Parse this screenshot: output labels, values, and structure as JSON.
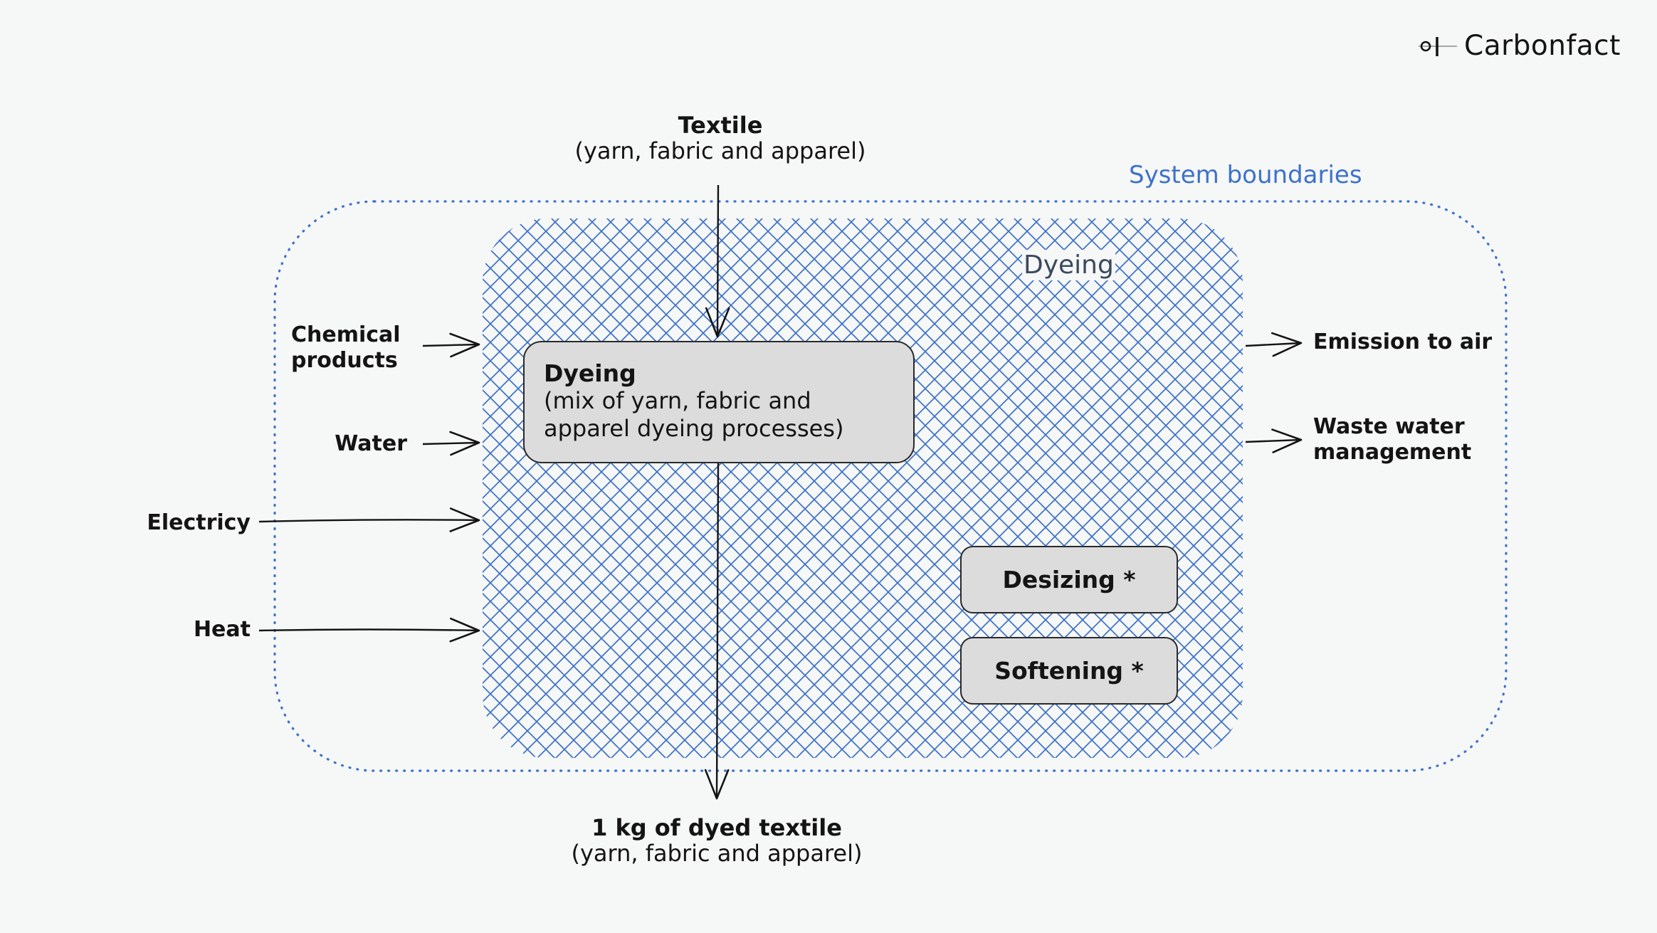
{
  "brand": {
    "logo_text": "Carbonfact",
    "logo_icon": "carbonfact-logo-icon"
  },
  "input_top": {
    "title": "Textile",
    "subtitle": "(yarn, fabric and apparel)"
  },
  "system_boundaries_label": "System boundaries",
  "stage_label": "Dyeing",
  "main_process": {
    "title": "Dyeing",
    "line1": "(mix of yarn, fabric and",
    "line2": "apparel dyeing processes)"
  },
  "sub_processes": {
    "desizing": "Desizing *",
    "softening": "Softening *"
  },
  "inputs": {
    "chemical_line1": "Chemical",
    "chemical_line2": "products",
    "water": "Water",
    "electricity": "Electricy",
    "heat": "Heat"
  },
  "outputs": {
    "emission": "Emission to air",
    "waste_line1": "Waste water",
    "waste_line2": "management"
  },
  "output_bottom": {
    "title": "1 kg of dyed textile",
    "subtitle": "(yarn, fabric and apparel)"
  },
  "colors": {
    "background": "#f6f7f7",
    "boundary": "#3d72c9",
    "hatch": "#3d72c9",
    "box_fill": "#dcdcdc",
    "text": "#141414",
    "stage_label": "#3a4a5e"
  }
}
